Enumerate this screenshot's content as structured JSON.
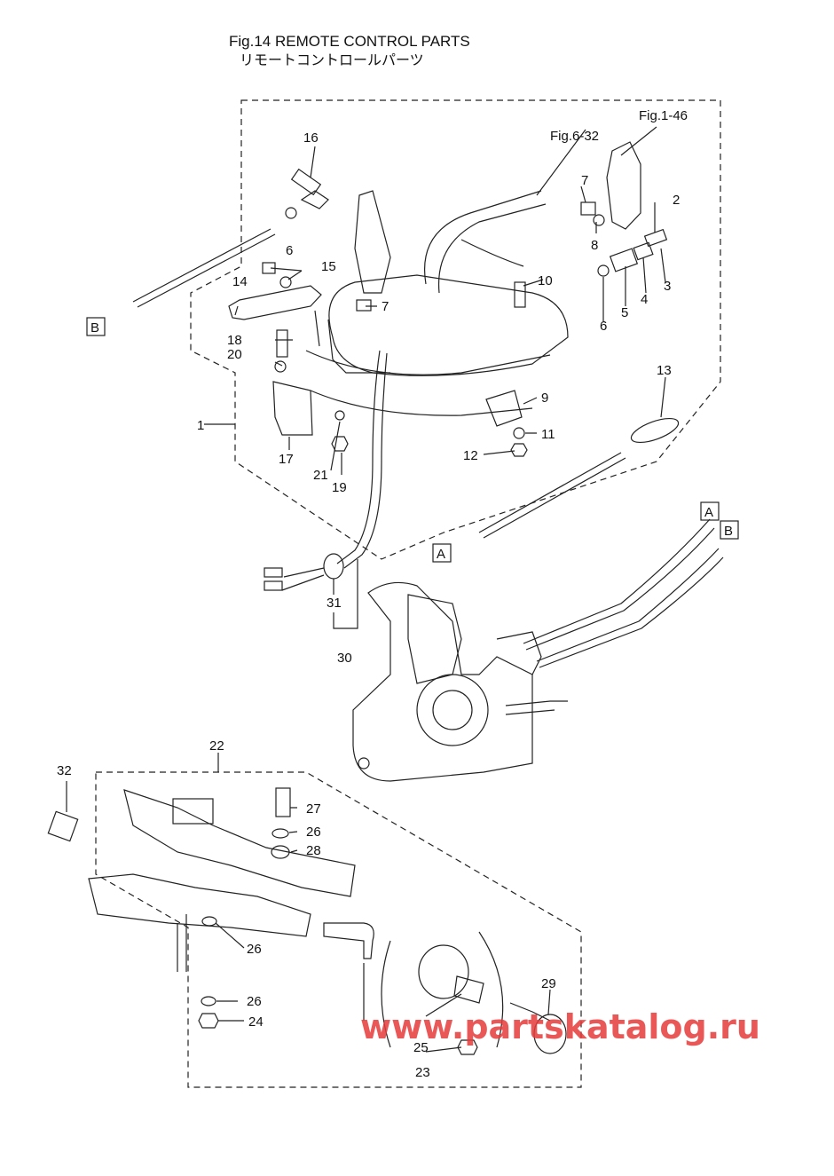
{
  "figure": {
    "title": "Fig.14  REMOTE CONTROL PARTS",
    "subtitle_jp": "リモートコントロールパーツ"
  },
  "references": {
    "fig_1_46": "Fig.1-46",
    "fig_6_32": "Fig.6-32",
    "box_a_right": "A",
    "box_b_right": "B",
    "box_a_mid": "A",
    "box_b_left": "B"
  },
  "callouts": [
    "1",
    "2",
    "3",
    "4",
    "5",
    "6",
    "6",
    "7",
    "7",
    "8",
    "9",
    "10",
    "11",
    "12",
    "13",
    "14",
    "15",
    "16",
    "17",
    "18",
    "19",
    "20",
    "21",
    "22",
    "23",
    "24",
    "25",
    "26",
    "26",
    "26",
    "27",
    "28",
    "29",
    "30",
    "31",
    "32"
  ],
  "watermark": "www.partskatalog.ru"
}
